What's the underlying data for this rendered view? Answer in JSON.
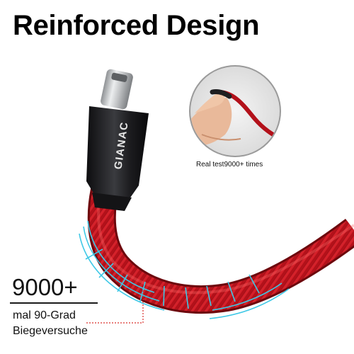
{
  "heading": "Reinforced Design",
  "brand": "GIANAC",
  "inset_caption": "Real test9000+ times",
  "bend_count": "9000+",
  "caption_line1": "mal 90-Grad",
  "caption_line2": "Biegeversuche",
  "colors": {
    "cable_red": "#c2141b",
    "connector_black": "#1e1e20",
    "plug_silver": "#c9cbcd",
    "stress_lines": "#3ec8e6",
    "callout_dots": "#d9302c"
  }
}
